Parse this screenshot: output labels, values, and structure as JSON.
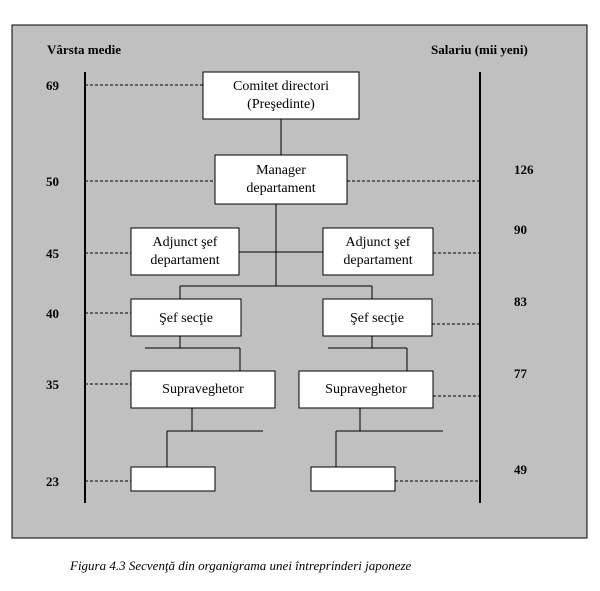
{
  "colors": {
    "panel_background": "#c0c0c0",
    "box_fill": "#ffffff",
    "line": "#000000"
  },
  "left_axis": {
    "title": "Vârsta medie",
    "ticks": [
      "69",
      "50",
      "45",
      "40",
      "35",
      "23"
    ]
  },
  "right_axis": {
    "title": "Salariu (mii yeni)",
    "ticks": [
      "126",
      "90",
      "83",
      "77",
      "49"
    ]
  },
  "boxes": {
    "board": [
      "Comitet directori",
      "(Preşedinte)"
    ],
    "manager": [
      "Manager",
      "departament"
    ],
    "deputy_left": [
      "Adjunct şef",
      "departament"
    ],
    "deputy_right": [
      "Adjunct şef",
      "departament"
    ],
    "section_left": "Şef secţie",
    "section_right": "Şef secţie",
    "supervisor_left": "Supraveghetor",
    "supervisor_right": "Supraveghetor",
    "worker_left": "",
    "worker_right": ""
  },
  "caption": "Figura 4.3 Secvenţă din organigrama unei întreprinderi japoneze"
}
